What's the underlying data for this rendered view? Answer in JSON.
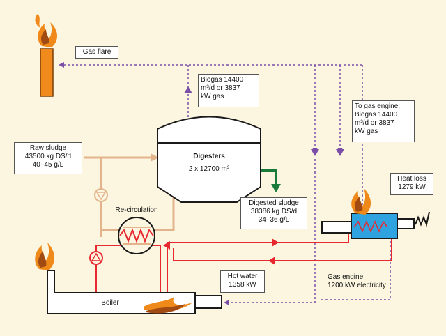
{
  "labels": {
    "gas_flare": "Gas flare",
    "biogas_top": "Biogas 14400\nm³/d or 3837\nkW gas",
    "to_gas_engine": "To gas engine:\nBiogas 14400\nm³/d or 3837\nkW gas",
    "raw_sludge": "Raw sludge\n43500 kg DS/d\n40–45 g/L",
    "digesters_title": "Digesters",
    "digesters_size": "2 x 12700 m³",
    "heat_loss": "Heat loss\n1279 kW",
    "recirculation": "Re-circulation",
    "digested_sludge": "Digested sludge\n38386 kg DS/d\n34–36 g/L",
    "hot_water": "Hot water\n1358 kW",
    "gas_engine": "Gas engine\n1200 kW electricity",
    "boiler": "Boiler"
  },
  "icons": {
    "flame": "flame-icon",
    "pump": "pump-icon",
    "heat_exchanger": "heat-exchanger-icon",
    "exhaust": "exhaust-icon"
  },
  "colors": {
    "background": "#fcf6e0",
    "sludge_line": "#e3b48c",
    "hot_water_line": "#e8282e",
    "biogas_line": "#7b4fa8",
    "digested_line": "#1a7a3a",
    "flare_stack": "#f08a1c",
    "engine": "#2fa3e0",
    "flame_orange": "#ef8a1a",
    "flame_dark": "#a14b12"
  }
}
